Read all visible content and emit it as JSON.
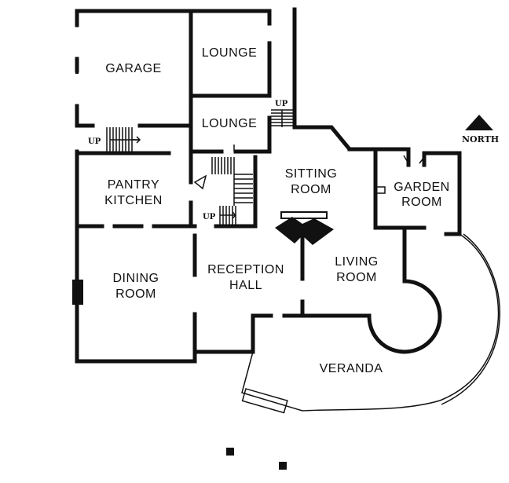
{
  "plan": {
    "rooms": {
      "garage": "GARAGE",
      "lounge_top": "LOUNGE",
      "lounge_mid": "LOUNGE",
      "pantry_line1": "PANTRY",
      "kitchen_line2": "KITCHEN",
      "sitting_line1": "SITTING",
      "sitting_line2": "ROOM",
      "garden_line1": "GARDEN",
      "garden_line2": "ROOM",
      "dining_line1": "DINING",
      "dining_line2": "ROOM",
      "reception_line1": "RECEPTION",
      "reception_line2": "HALL",
      "living_line1": "LIVING",
      "living_line2": "ROOM",
      "veranda": "VERANDA"
    },
    "stairs": {
      "up_left": "UP",
      "up_center": "UP",
      "up_top": "UP"
    },
    "compass": {
      "label": "NORTH",
      "icon": "north-arrow-icon"
    }
  }
}
